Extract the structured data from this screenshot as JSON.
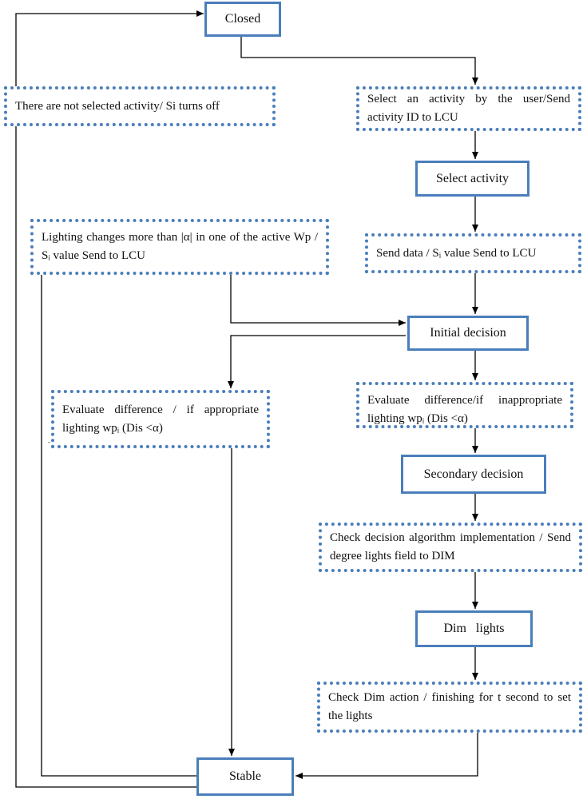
{
  "diagram": {
    "states": {
      "closed": "Closed",
      "select_activity": "Select activity",
      "initial_decision": "Initial decision",
      "secondary_decision": "Secondary decision",
      "dim_lights": "Dim   lights",
      "stable": "Stable"
    },
    "transitions": {
      "no_activity": "There are not selected activity/ Si turns off",
      "select_by_user": "Select an activity by the user/Send activity ID to LCU",
      "lighting_changes": "Lighting changes more than |α| in one of the active Wp / Sᵢ value Send to LCU",
      "send_data": "Send data / Sᵢ value Send to LCU",
      "eval_appropriate": "Evaluate difference / if appropriate lighting wpᵢ (Dis <α)",
      "eval_inappropriate": "Evaluate difference/if inappropriate lighting wpᵢ (Dis <α)",
      "check_algorithm": "Check decision algorithm implementation / Send degree lights field to DIM",
      "check_dim": "Check Dim action / finishing for t second to set the lights"
    },
    "colors": {
      "border": "#4a7ebb",
      "arrow": "#000000"
    }
  }
}
